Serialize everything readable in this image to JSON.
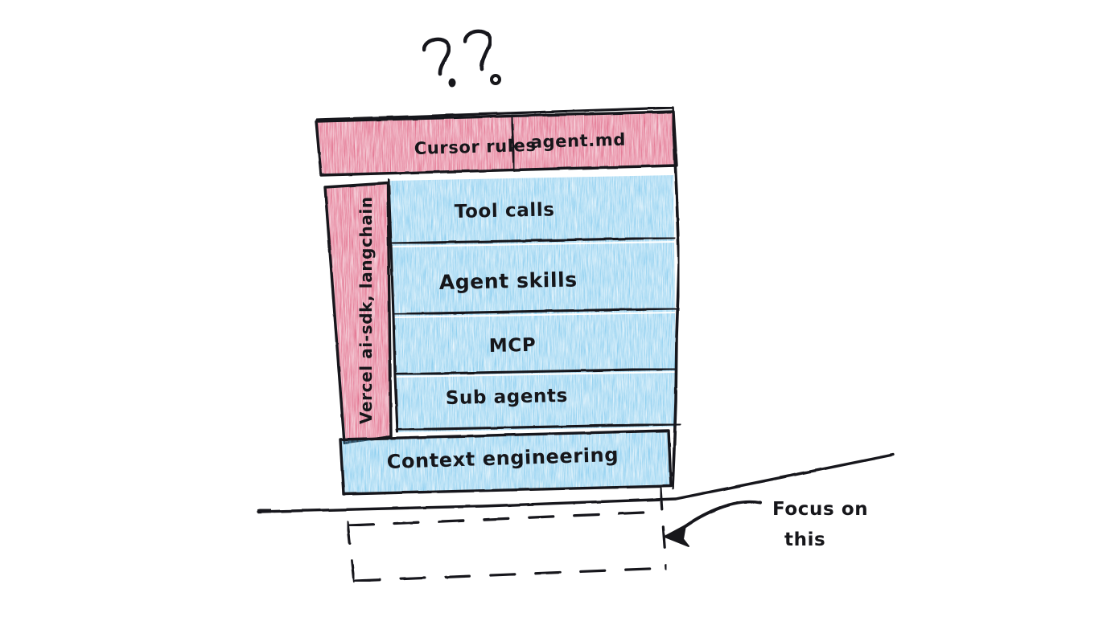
{
  "diagram": {
    "title_annotation": "??",
    "background_color": "#ffffff",
    "ink_color": "#17171b",
    "red_layer_color": "#d9456b",
    "blue_layer_color": "#64bdea",
    "question_marks": {
      "label": "question-marks",
      "text": "??"
    },
    "red_layers": {
      "top_row": [
        {
          "id": "cursor-rules",
          "label": "Cursor rules"
        },
        {
          "id": "agent-md",
          "label": "agent.md"
        }
      ],
      "left_column": {
        "id": "vercel-ai-sdk-langchain",
        "label": "Vercel ai-sdk, langchain",
        "orientation": "vertical"
      }
    },
    "blue_layers": [
      {
        "id": "tool-calls",
        "label": "Tool calls"
      },
      {
        "id": "agent-skills",
        "label": "Agent skills"
      },
      {
        "id": "mcp",
        "label": "MCP"
      },
      {
        "id": "sub-agents",
        "label": "Sub agents"
      }
    ],
    "foundation_layer": {
      "id": "context-engineering",
      "label": "Context engineering"
    },
    "annotation": {
      "id": "focus-on-this",
      "line1": "Focus on",
      "line2": "this",
      "arrow": "curved-arrow-left"
    },
    "dashed_region": {
      "id": "dashed-placeholder",
      "label": "",
      "style": "dashed"
    }
  }
}
